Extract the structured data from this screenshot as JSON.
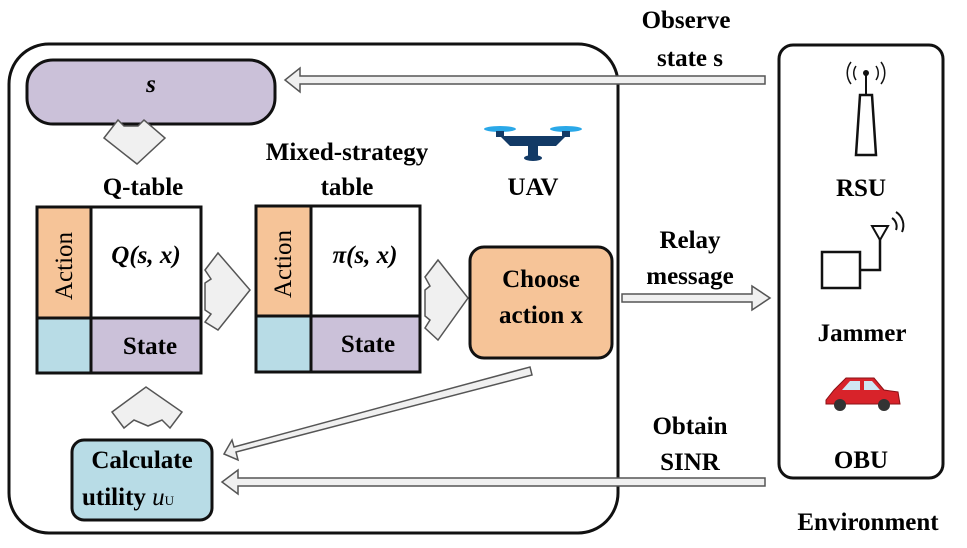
{
  "uav": {
    "state_pill": "s",
    "q_table": {
      "title": "Q-table",
      "action_label": "Action",
      "cell": "Q(s, x)",
      "state_label": "State"
    },
    "mixed_table": {
      "title_line1": "Mixed-strategy",
      "title_line2": "table",
      "action_label": "Action",
      "cell": "π(s, x)",
      "state_label": "State"
    },
    "uav_label": "UAV",
    "choose_action": {
      "line1": "Choose",
      "line2": "action x"
    },
    "calculate_utility": {
      "line1": "Calculate",
      "line2": "utility",
      "symbol": "u",
      "subscript": "U"
    }
  },
  "links": {
    "observe_line1": "Observe",
    "observe_line2": "state s",
    "relay_line1": "Relay",
    "relay_line2": "message",
    "obtain_line1": "Obtain",
    "obtain_line2": "SINR"
  },
  "environment": {
    "label": "Environment",
    "rsu": "RSU",
    "jammer": "Jammer",
    "obu": "OBU"
  },
  "colors": {
    "purple": "#cbc1d9",
    "orange": "#f6c498",
    "blue": "#b8dce6",
    "arrow_fill": "#f0f0f0"
  }
}
